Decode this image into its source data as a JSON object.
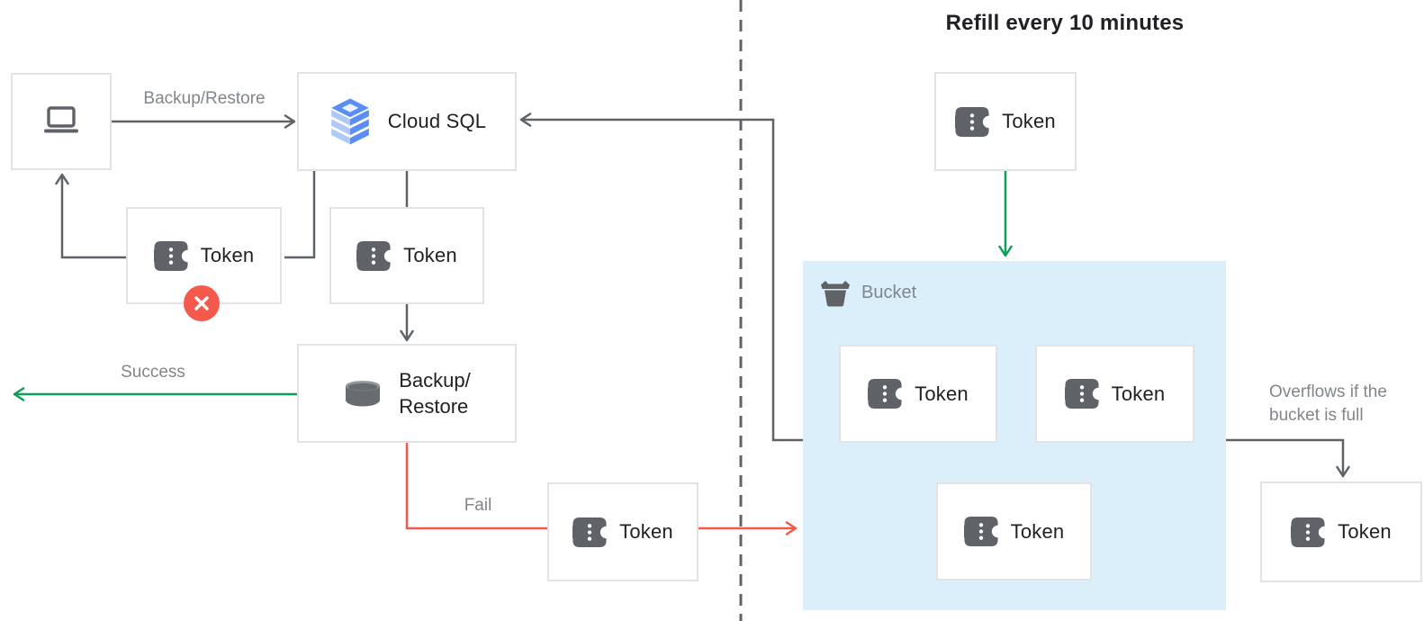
{
  "diagram": {
    "title": "Refill every 10 minutes",
    "labels": {
      "token": "Token",
      "cloud_sql": "Cloud SQL",
      "backup_line1": "Backup/",
      "backup_line2": "Restore",
      "bucket": "Bucket"
    },
    "edge_labels": {
      "backup_restore": "Backup/Restore",
      "success": "Success",
      "fail": "Fail",
      "overflow_line1": "Overflows if the",
      "overflow_line2": "bucket is full"
    },
    "icons": {
      "client": "laptop-icon",
      "cloud_sql": "cloud-sql-icon",
      "backup_restore": "database-icon",
      "token": "token-ticket-icon",
      "bucket": "bucket-icon",
      "rejected": "x-circle-icon"
    },
    "colors": {
      "success_green": "#0f9d58",
      "fail_red": "#f4594c",
      "wire_dark": "#5f6368",
      "label_gray": "#80868b",
      "text_dark": "#202124",
      "bucket_fill": "#dbeffb",
      "box_border": "#e2e3e6",
      "icon_gray": "#5f6368",
      "cloud_sql_blue_light": "#adc9f8",
      "cloud_sql_blue": "#5b8ef4"
    }
  }
}
